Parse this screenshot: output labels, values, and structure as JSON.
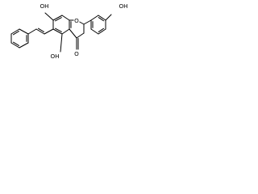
{
  "molecule": {
    "labels": {
      "hydroxyl_7": "OH",
      "hydroxyl_5": "OH",
      "hydroxyl_4prime": "OH",
      "ring_oxygen": "O",
      "carbonyl_oxygen": "O"
    }
  }
}
